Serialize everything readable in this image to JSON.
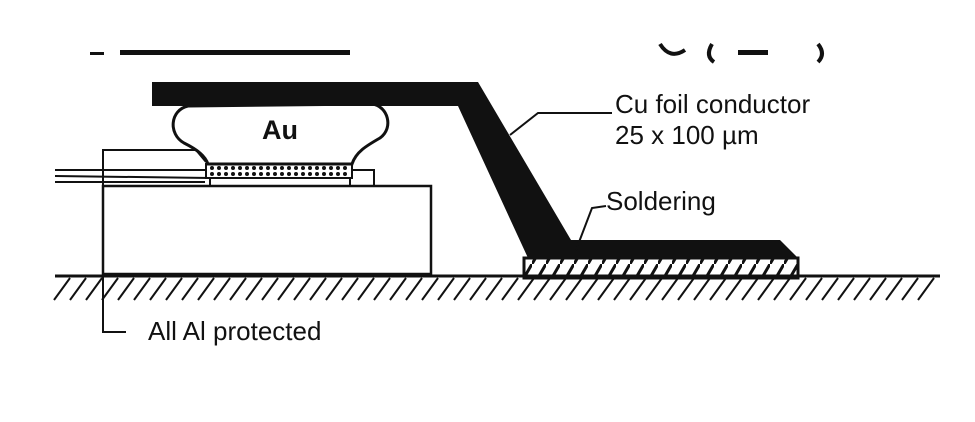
{
  "diagram": {
    "labels": {
      "gold_bump": "Au",
      "conductor_line1": "Cu foil conductor",
      "conductor_line2": "25 x 100 µm",
      "soldering": "Soldering",
      "protection": "All Al protected"
    },
    "colors": {
      "ink": "#111111",
      "background": "#ffffff"
    }
  }
}
